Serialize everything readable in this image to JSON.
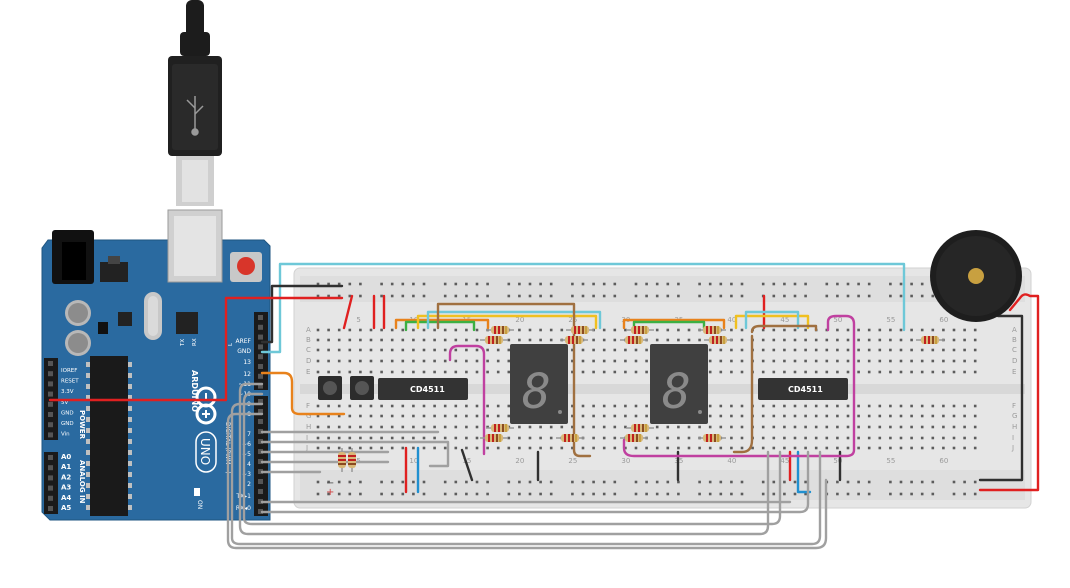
{
  "arduino": {
    "brand": "ARDUINO",
    "model": "UNO",
    "power_header": "POWER",
    "analog_header": "ANALOG IN",
    "digital_header": "DIGITAL (PWM ~)",
    "on_label": "ON",
    "top_labels": [
      "AREF",
      "GND",
      "13",
      "12",
      "~11",
      "~10",
      "~9",
      "8",
      "7",
      "~6",
      "~5",
      "4",
      "~3",
      "2",
      "TX▸1",
      "RX◂0"
    ],
    "power_pins": [
      "IOREF",
      "RESET",
      "3.3V",
      "5V",
      "GND",
      "GND",
      "Vin"
    ],
    "analog_pins": [
      "A0",
      "A1",
      "A2",
      "A3",
      "A4",
      "A5"
    ],
    "led_labels": [
      "L",
      "TX",
      "RX"
    ]
  },
  "breadboard": {
    "column_numbers": [
      "5",
      "10",
      "15",
      "20",
      "25",
      "30",
      "35",
      "40",
      "45",
      "50",
      "55",
      "60"
    ],
    "row_letters_top": [
      "A",
      "B",
      "C",
      "D",
      "E"
    ],
    "row_letters_bottom": [
      "F",
      "G",
      "H",
      "I",
      "J"
    ],
    "rail_plus": "+",
    "rail_minus": "−"
  },
  "chips": [
    {
      "label": "CD4511"
    },
    {
      "label": "CD4511"
    }
  ],
  "displays": [
    {
      "digit": "8"
    },
    {
      "digit": "8"
    }
  ],
  "colors": {
    "board": "#2a6aa0",
    "breadboard": "#e8e8e8",
    "wire_red": "#e02020",
    "wire_black": "#303030",
    "wire_cyan": "#6ec8d8",
    "wire_orange": "#e8821c",
    "wire_yellow": "#f0c020",
    "wire_green": "#3cb043",
    "wire_brown": "#a07040",
    "wire_magenta": "#c040a0",
    "wire_gray": "#a0a0a0",
    "wire_blue": "#2090d0",
    "display": "#404040",
    "chip": "#333333"
  }
}
